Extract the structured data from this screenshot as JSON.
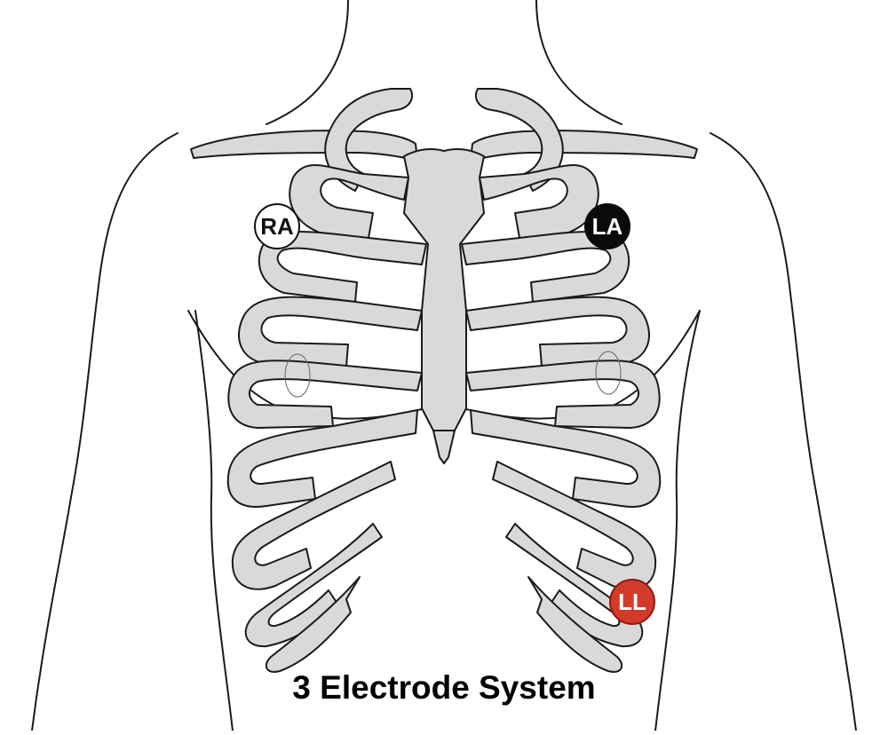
{
  "diagram": {
    "title": "3 Electrode System"
  },
  "electrodes": [
    {
      "id": "ra",
      "label": "RA",
      "fill": "#ffffff",
      "text_color": "#111111",
      "stroke": "#111111"
    },
    {
      "id": "la",
      "label": "LA",
      "fill": "#0a0a0a",
      "text_color": "#ffffff",
      "stroke": "#0a0a0a"
    },
    {
      "id": "ll",
      "label": "LL",
      "fill": "#d23a2a",
      "text_color": "#ffffff",
      "stroke": "#8c1a10"
    }
  ],
  "colors": {
    "bone": "#d9d9d9",
    "outline": "#1a1a1a",
    "background": "#ffffff"
  }
}
